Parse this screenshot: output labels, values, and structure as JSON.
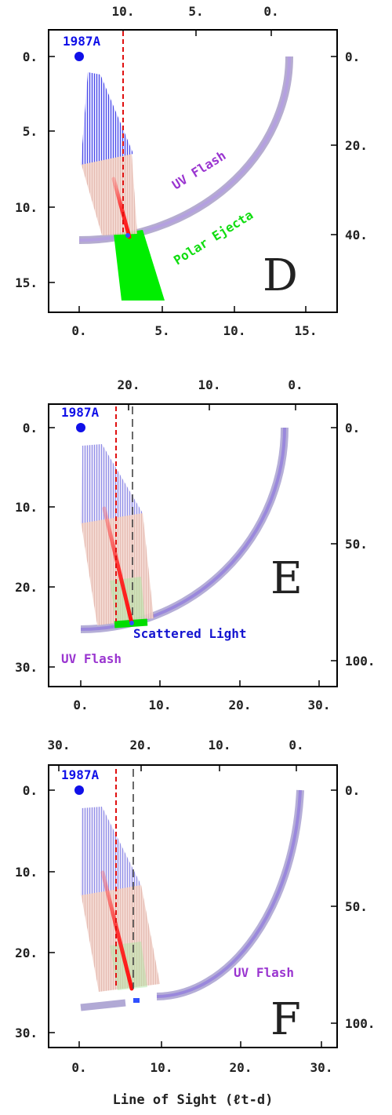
{
  "x_axis_label": "Line of Sight (ℓt-d)",
  "colors": {
    "source": "#1010e8",
    "red_dashed": "#e01010",
    "black_dashed": "#444444",
    "uv_flash_text": "#9a35d0",
    "ring": "#9a8cc8",
    "ejecta": "#00ee00",
    "beam_blue": "#2020e0",
    "beam_pink": "#d89890",
    "streak": "#ff2020",
    "scattered_text": "#1414d0"
  },
  "panels": [
    {
      "letter": "D",
      "source_label": "1987A",
      "x_ticks_bottom": [
        "0.",
        "5.",
        "10.",
        "15."
      ],
      "x_ticks_top": [
        "10.",
        "5.",
        "0."
      ],
      "y_ticks_left": [
        "0.",
        "5.",
        "10.",
        "15."
      ],
      "y_ticks_right": [
        "0.",
        "20.",
        "40."
      ],
      "labels": [
        "UV Flash",
        "Polar Ejecta"
      ]
    },
    {
      "letter": "E",
      "source_label": "1987A",
      "x_ticks_bottom": [
        "0.",
        "10.",
        "20.",
        "30."
      ],
      "x_ticks_top": [
        "20.",
        "10.",
        "0."
      ],
      "y_ticks_left": [
        "0.",
        "10.",
        "20.",
        "30."
      ],
      "y_ticks_right": [
        "0.",
        "50.",
        "100."
      ],
      "labels": [
        "Scattered Light",
        "UV Flash"
      ]
    },
    {
      "letter": "F",
      "source_label": "1987A",
      "x_ticks_bottom": [
        "0.",
        "10.",
        "20.",
        "30."
      ],
      "x_ticks_top": [
        "30.",
        "20.",
        "10.",
        "0."
      ],
      "y_ticks_left": [
        "0.",
        "10.",
        "20.",
        "30."
      ],
      "y_ticks_right": [
        "0.",
        "50.",
        "100."
      ],
      "labels": [
        "UV Flash"
      ]
    }
  ]
}
